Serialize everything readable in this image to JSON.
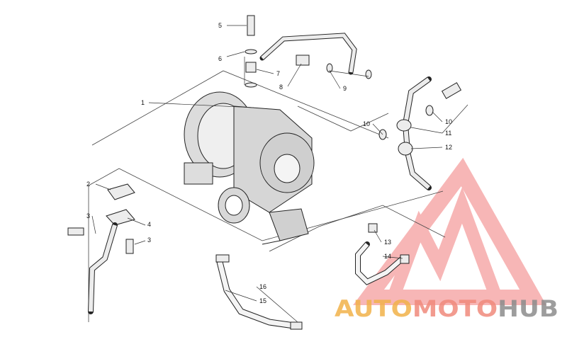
{
  "diagram": {
    "callouts": [
      {
        "id": "c1",
        "text": "1"
      },
      {
        "id": "c2",
        "text": "2"
      },
      {
        "id": "c3a",
        "text": "3"
      },
      {
        "id": "c3b",
        "text": "3"
      },
      {
        "id": "c4",
        "text": "4"
      },
      {
        "id": "c5",
        "text": "5"
      },
      {
        "id": "c6",
        "text": "6"
      },
      {
        "id": "c7",
        "text": "7"
      },
      {
        "id": "c8",
        "text": "8"
      },
      {
        "id": "c9",
        "text": "9"
      },
      {
        "id": "c10a",
        "text": "10"
      },
      {
        "id": "c10b",
        "text": "10"
      },
      {
        "id": "c11",
        "text": "11"
      },
      {
        "id": "c12",
        "text": "12"
      },
      {
        "id": "c13",
        "text": "13"
      },
      {
        "id": "c14",
        "text": "14"
      },
      {
        "id": "c15",
        "text": "15"
      },
      {
        "id": "c16",
        "text": "16"
      }
    ]
  },
  "watermark": {
    "word_auto": "AUTO",
    "word_moto": "MOTO",
    "word_hub": "HUB",
    "colors": {
      "auto": "#f2b24a",
      "moto": "#f08a7c",
      "hub": "#8c8c8c",
      "logo": "#f27c7c"
    }
  }
}
